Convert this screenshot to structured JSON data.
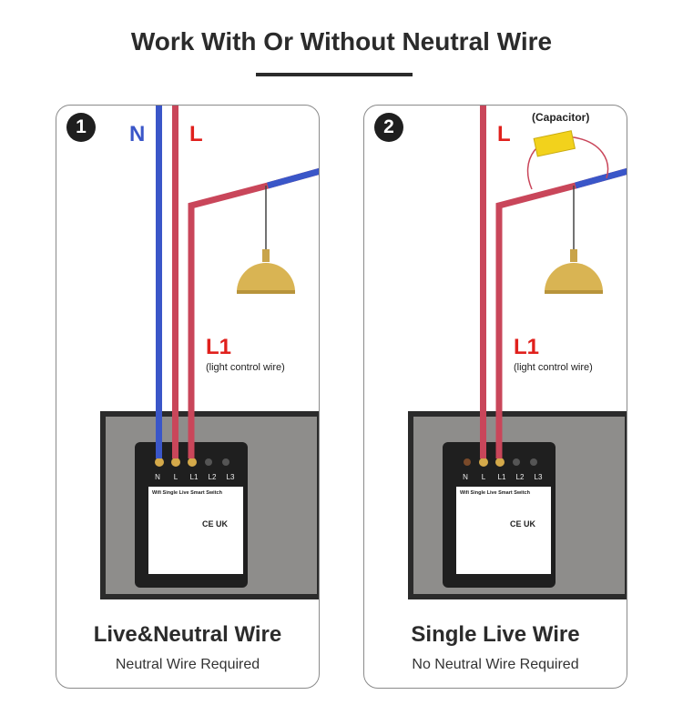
{
  "title": "Work With Or Without Neutral Wire",
  "panels": [
    {
      "number": "1",
      "labels": {
        "n": "N",
        "l": "L",
        "l1": "L1",
        "l1_note": "(light control wire)"
      },
      "caption": "Live&Neutral Wire",
      "subcaption": "Neutral Wire Required"
    },
    {
      "number": "2",
      "labels": {
        "l": "L",
        "l1": "L1",
        "l1_note": "(light control wire)",
        "capacitor": "(Capacitor)"
      },
      "caption": "Single Live Wire",
      "subcaption": "No Neutral Wire Required"
    }
  ],
  "module": {
    "terminals": [
      "N",
      "L",
      "L1",
      "L2",
      "L3"
    ],
    "product_name": "Wifi Single Live Smart Switch",
    "cert_marks": "CE UK"
  },
  "colors": {
    "neutral_wire": "#3a56c8",
    "live_wire": "#c9465a",
    "brass": "#d9b453",
    "plate": "#8d8c8a"
  }
}
